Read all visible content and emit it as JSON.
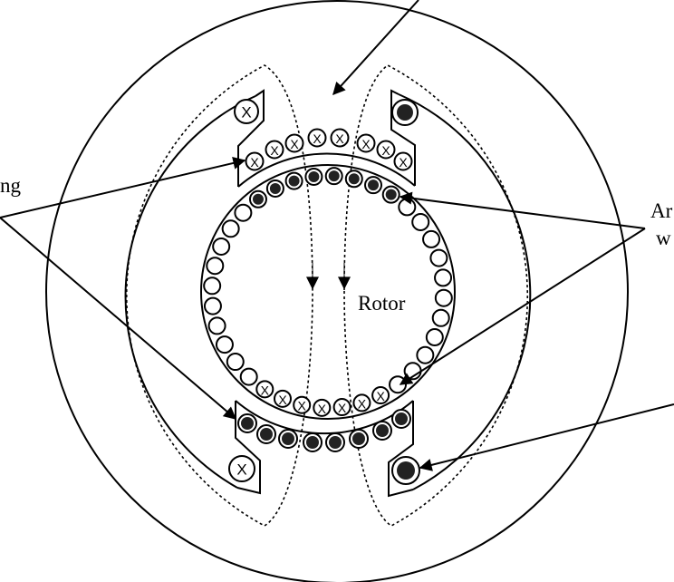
{
  "labels": {
    "field_winding_partial": "ng",
    "armature_winding_partial_line1": "Ar",
    "armature_winding_partial_line2": "w",
    "rotor": "Rotor"
  },
  "symbols": {
    "current_into_page": "X"
  },
  "colors": {
    "line": "#000000",
    "conductor_fill": "#222222",
    "background": "#ffffff"
  }
}
